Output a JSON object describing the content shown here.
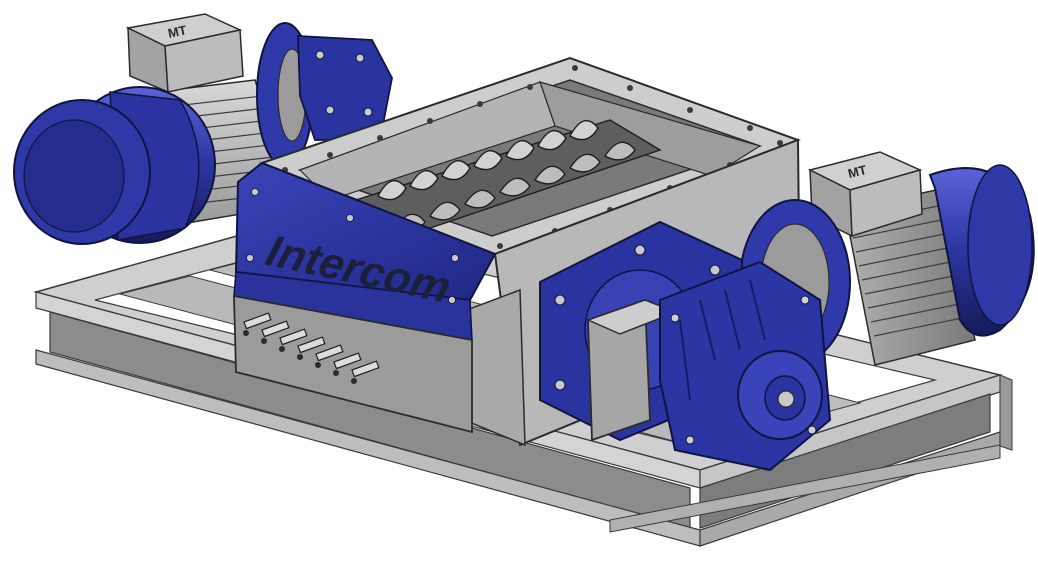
{
  "photo": {
    "brand_logo": "Intercom",
    "motor_plate_left": "MT",
    "motor_plate_right": "MT"
  },
  "colors": {
    "background": "#ffffff",
    "steel_light": "#c9c9c9",
    "steel_mid": "#a6a6a6",
    "steel_dark": "#6e6e6e",
    "steel_shadow": "#4b4b4b",
    "blue_light": "#4a55c8",
    "blue_mid": "#2e38a6",
    "blue_dark": "#1b2370",
    "outline": "#2b2b2b"
  }
}
